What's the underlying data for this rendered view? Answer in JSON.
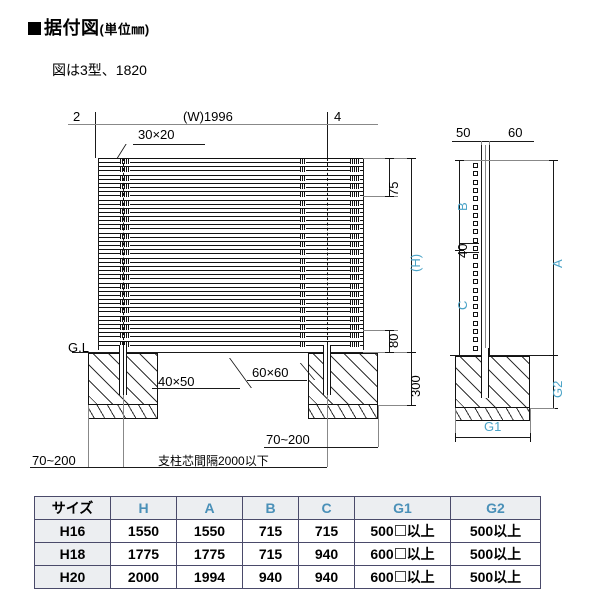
{
  "header": {
    "title_main": "据付図",
    "title_unit": "(単位㎜)",
    "subtitle": "図は3型、1820"
  },
  "front_view": {
    "dim_left_post": "2",
    "dim_right_post": "4",
    "dim_width": "(W)1996",
    "callout_slat": "30×20",
    "ground_line_label": "G.L",
    "callout_post_small": "40×50",
    "callout_post_large": "60×60",
    "dim_top_gap": "75",
    "dim_overall_height": "(H)",
    "dim_bottom_gap": "80",
    "dim_embed_depth": "300",
    "dim_edge_left": "70~200",
    "dim_edge_right": "70~200",
    "dim_span": "支柱芯間隔2000以下"
  },
  "section_view": {
    "dim_left": "50",
    "dim_right": "60",
    "dim_b": "B",
    "dim_a": "A",
    "dim_c": "C",
    "dim_slat_pitch": "40",
    "dim_g1": "G1",
    "dim_g2": "G2"
  },
  "table": {
    "columns": [
      "サイズ",
      "H",
      "A",
      "B",
      "C",
      "G1",
      "G2"
    ],
    "rows": [
      {
        "size": "H16",
        "H": "1550",
        "A": "1550",
        "B": "715",
        "C": "715",
        "G1_num": "500",
        "G1_suffix": "以上",
        "G2": "500以上"
      },
      {
        "size": "H18",
        "H": "1775",
        "A": "1775",
        "B": "715",
        "C": "940",
        "G1_num": "600",
        "G1_suffix": "以上",
        "G2": "500以上"
      },
      {
        "size": "H20",
        "H": "2000",
        "A": "1994",
        "B": "940",
        "C": "940",
        "G1_num": "600",
        "G1_suffix": "以上",
        "G2": "500以上"
      }
    ]
  },
  "colors": {
    "blue_label": "#4aa3c7",
    "table_header_blue": "#4a90b8",
    "line": "#1a1a1a",
    "table_header_bg": "#eceef1"
  }
}
